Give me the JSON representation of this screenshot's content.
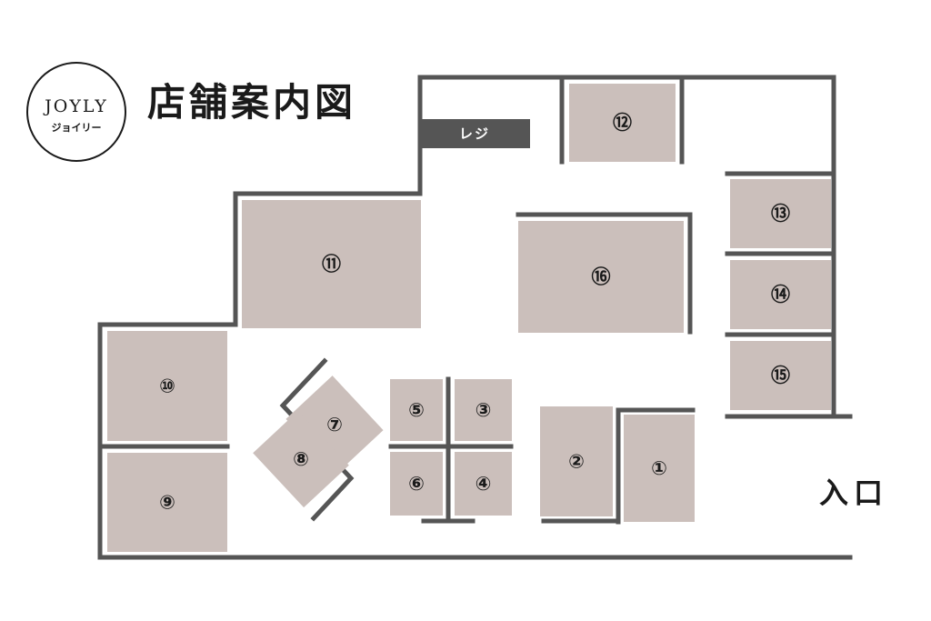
{
  "logo": {
    "main": "JOYLY",
    "sub": "ジョイリー"
  },
  "title": "店舗案内図",
  "register": {
    "label": "レジ"
  },
  "entrance": {
    "label": "入口"
  },
  "colors": {
    "wall": "#555555",
    "table": "#cbbfbb",
    "register": "#555555",
    "text": "#1a1a1a"
  },
  "tables": [
    {
      "id": "1",
      "label": "①"
    },
    {
      "id": "2",
      "label": "②"
    },
    {
      "id": "3",
      "label": "③"
    },
    {
      "id": "4",
      "label": "④"
    },
    {
      "id": "5",
      "label": "⑤"
    },
    {
      "id": "6",
      "label": "⑥"
    },
    {
      "id": "7",
      "label": "⑦"
    },
    {
      "id": "8",
      "label": "⑧"
    },
    {
      "id": "9",
      "label": "⑨"
    },
    {
      "id": "10",
      "label": "⑩"
    },
    {
      "id": "11",
      "label": "⑪"
    },
    {
      "id": "12",
      "label": "⑫"
    },
    {
      "id": "13",
      "label": "⑬"
    },
    {
      "id": "14",
      "label": "⑭"
    },
    {
      "id": "15",
      "label": "⑮"
    },
    {
      "id": "16",
      "label": "⑯"
    }
  ]
}
